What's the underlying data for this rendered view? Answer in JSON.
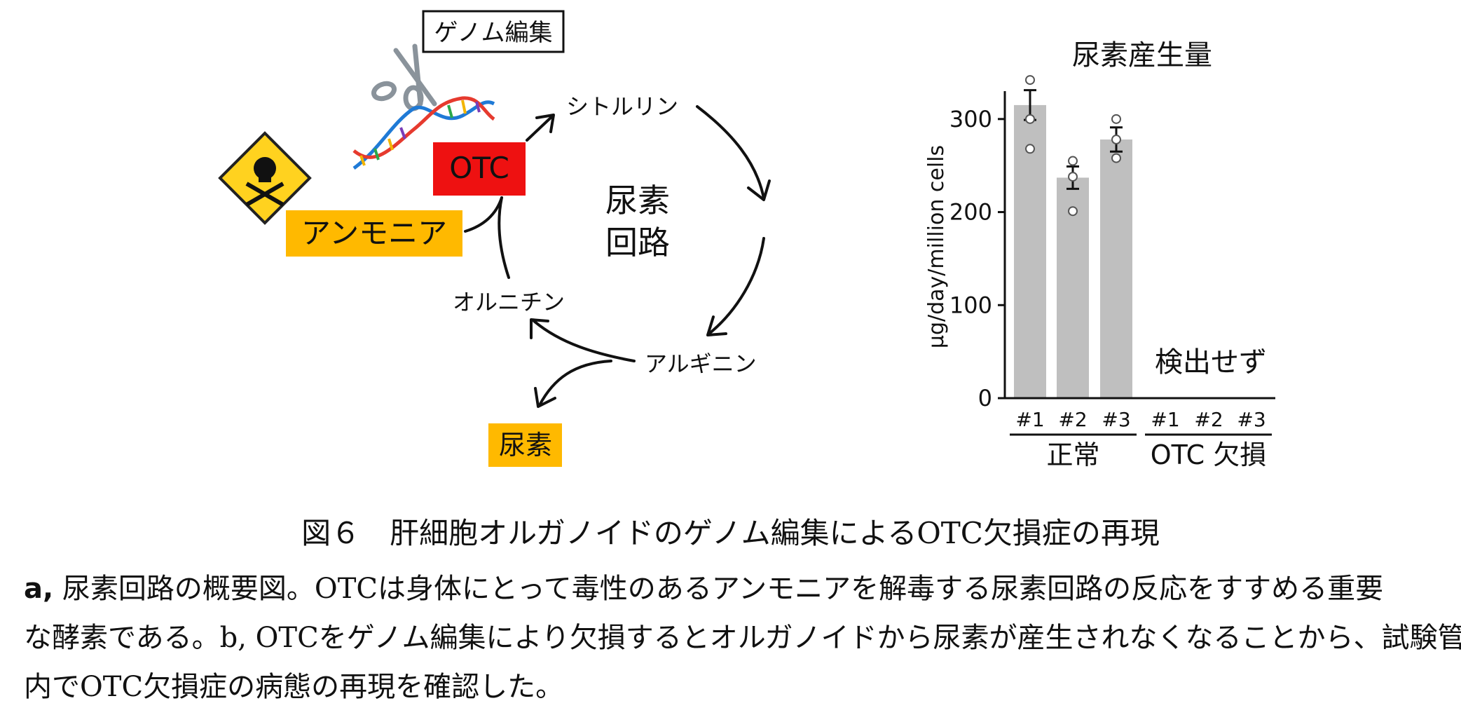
{
  "diagram": {
    "genome_edit_label": "ゲノム編集",
    "otc_label": "OTC",
    "ammonia_label": "アンモニア",
    "citrulline_label": "シトルリン",
    "cycle_label_line1": "尿素",
    "cycle_label_line2": "回路",
    "ornithine_label": "オルニチン",
    "arginine_label": "アルギニン",
    "urea_label": "尿素",
    "colors": {
      "otc": "#ee1111",
      "highlight": "#ffb900"
    },
    "icons": [
      "scissors-icon",
      "dna-icon",
      "poison-skull-icon"
    ]
  },
  "chart_data": {
    "type": "bar",
    "title": "尿素産生量",
    "ylabel": "μg/day/million cells",
    "ylim": [
      0,
      330
    ],
    "yticks": [
      0,
      100,
      200,
      300
    ],
    "categories": [
      "#1",
      "#2",
      "#3",
      "#1",
      "#2",
      "#3"
    ],
    "groups": [
      {
        "name": "正常",
        "indices": [
          0,
          1,
          2
        ]
      },
      {
        "name": "OTC 欠損",
        "indices": [
          3,
          4,
          5
        ]
      }
    ],
    "values": [
      315,
      237,
      278,
      0,
      0,
      0
    ],
    "errors": [
      16,
      12,
      13,
      0,
      0,
      0
    ],
    "points": [
      [
        342,
        300,
        268
      ],
      [
        255,
        238,
        201
      ],
      [
        300,
        278,
        258
      ],
      [],
      [],
      []
    ],
    "annotation": "検出せず",
    "bar_color": "#bfbfbf"
  },
  "caption": {
    "title": "図６　肝細胞オルガノイドのゲノム編集によるOTC欠損症の再現",
    "line1_prefix": "a,",
    "line1": " 尿素回路の概要図。OTCは身体にとって毒性のあるアンモニアを解毒する尿素回路の反応をすすめる重要",
    "line2": "な酵素である。b, OTCをゲノム編集により欠損するとオルガノイドから尿素が産生されなくなることから、試験管",
    "line3": "内でOTC欠損症の病態の再現を確認した。"
  }
}
